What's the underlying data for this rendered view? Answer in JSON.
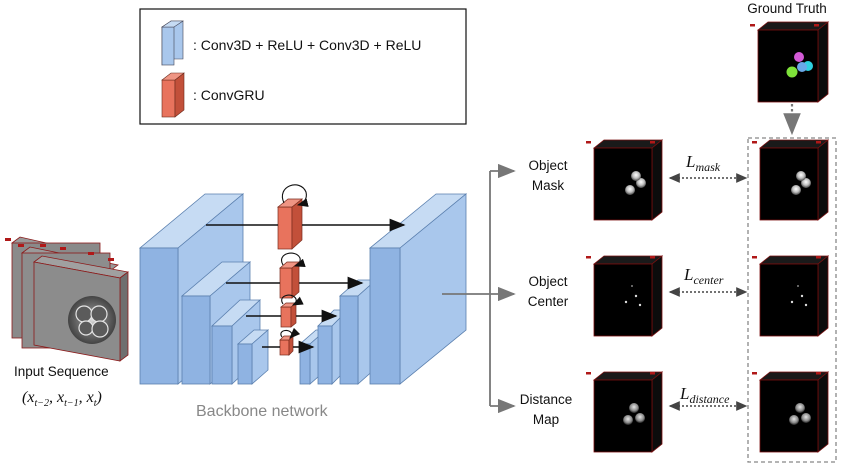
{
  "legend": {
    "conv_block_label": ": Conv3D + ReLU + Conv3D + ReLU",
    "convgru_label": ": ConvGRU"
  },
  "input": {
    "label": "Input Sequence",
    "sequence": "(x",
    "sub1": "t−2",
    "sub2": "t−1",
    "sub3": "t"
  },
  "backbone_label": "Backbone network",
  "ground_truth_label": "Ground Truth",
  "outputs": {
    "mask_line1": "Object",
    "mask_line2": "Mask",
    "center_line1": "Object",
    "center_line2": "Center",
    "distance_line1": "Distance",
    "distance_line2": "Map"
  },
  "losses": {
    "mask_main": "L",
    "mask_sub": "mask",
    "center_main": "L",
    "center_sub": "center",
    "distance_main": "L",
    "distance_sub": "distance"
  },
  "colors": {
    "conv_face": "#a9c7ec",
    "conv_side": "#7ea6d8",
    "gru_face": "#e8735d",
    "gru_side": "#c2503a",
    "arrow": "#777777"
  }
}
